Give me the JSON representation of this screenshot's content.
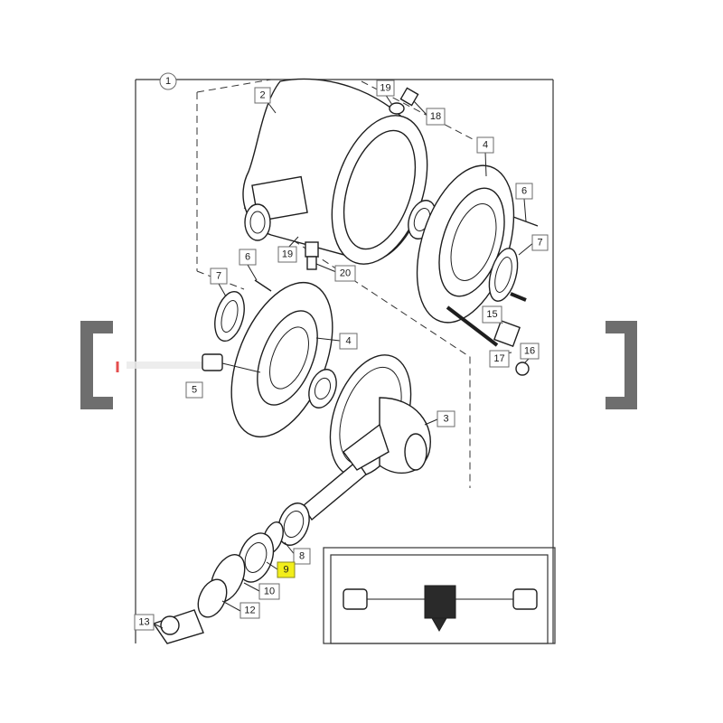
{
  "diagram": {
    "figure_number": "1",
    "highlight_color": "#f2ee1a",
    "watermark_color": "#555555",
    "watermark_accent_color": "#e03030",
    "callouts": [
      {
        "id": "c1",
        "label": "1",
        "highlighted": false
      },
      {
        "id": "c2",
        "label": "2",
        "highlighted": false
      },
      {
        "id": "c19a",
        "label": "19",
        "highlighted": false
      },
      {
        "id": "c18",
        "label": "18",
        "highlighted": false
      },
      {
        "id": "c4a",
        "label": "4",
        "highlighted": false
      },
      {
        "id": "c6a",
        "label": "6",
        "highlighted": false
      },
      {
        "id": "c7a",
        "label": "7",
        "highlighted": false
      },
      {
        "id": "c19b",
        "label": "19",
        "highlighted": false
      },
      {
        "id": "c20",
        "label": "20",
        "highlighted": false
      },
      {
        "id": "c6b",
        "label": "6",
        "highlighted": false
      },
      {
        "id": "c7b",
        "label": "7",
        "highlighted": false
      },
      {
        "id": "c4b",
        "label": "4",
        "highlighted": false
      },
      {
        "id": "c15",
        "label": "15",
        "highlighted": false
      },
      {
        "id": "c16",
        "label": "16",
        "highlighted": false
      },
      {
        "id": "c17",
        "label": "17",
        "highlighted": false
      },
      {
        "id": "c5",
        "label": "5",
        "highlighted": false
      },
      {
        "id": "c3",
        "label": "3",
        "highlighted": false
      },
      {
        "id": "c8",
        "label": "8",
        "highlighted": false
      },
      {
        "id": "c9",
        "label": "9",
        "highlighted": true
      },
      {
        "id": "c10",
        "label": "10",
        "highlighted": false
      },
      {
        "id": "c12",
        "label": "12",
        "highlighted": false
      },
      {
        "id": "c13",
        "label": "13",
        "highlighted": false
      }
    ]
  }
}
